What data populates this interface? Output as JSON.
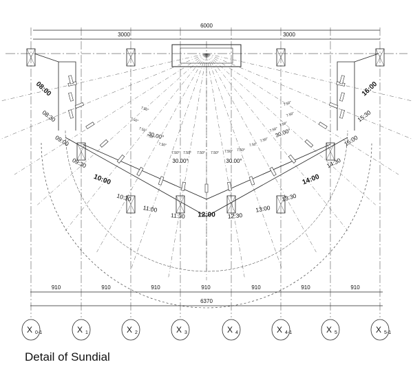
{
  "caption": "Detail of Sundial",
  "top_dimensions": {
    "total": "6000",
    "left_half": "3000",
    "right_half": "3000"
  },
  "bottom_dimensions": {
    "spans": [
      "910",
      "910",
      "910",
      "910",
      "910",
      "910",
      "910"
    ],
    "total": "6370"
  },
  "grid_lines": [
    {
      "letter": "X",
      "sub": "0-1"
    },
    {
      "letter": "X",
      "sub": "1"
    },
    {
      "letter": "X",
      "sub": "2"
    },
    {
      "letter": "X",
      "sub": "3"
    },
    {
      "letter": "X",
      "sub": "4"
    },
    {
      "letter": "X",
      "sub": "4-1"
    },
    {
      "letter": "X",
      "sub": "5"
    },
    {
      "letter": "X",
      "sub": "5-1"
    }
  ],
  "hour_marks": [
    {
      "label": "08:00",
      "major": true
    },
    {
      "label": "08:30",
      "major": false
    },
    {
      "label": "09:00",
      "major": false
    },
    {
      "label": "09:30",
      "major": false
    },
    {
      "label": "10:00",
      "major": true
    },
    {
      "label": "10:30",
      "major": false
    },
    {
      "label": "11:00",
      "major": false
    },
    {
      "label": "11:30",
      "major": false
    },
    {
      "label": "12:00",
      "major": true
    },
    {
      "label": "12:30",
      "major": false
    },
    {
      "label": "13:00",
      "major": false
    },
    {
      "label": "13:30",
      "major": false
    },
    {
      "label": "14:00",
      "major": true
    },
    {
      "label": "14:30",
      "major": false
    },
    {
      "label": "15:00",
      "major": false
    },
    {
      "label": "15:30",
      "major": false
    },
    {
      "label": "16:00",
      "major": true
    }
  ],
  "angles": {
    "small": "7.50°",
    "group_left_upper": "30.00°",
    "group_right_upper": "30.00°",
    "group_left_lower": "30.00°",
    "group_right_lower": "30.00°"
  }
}
